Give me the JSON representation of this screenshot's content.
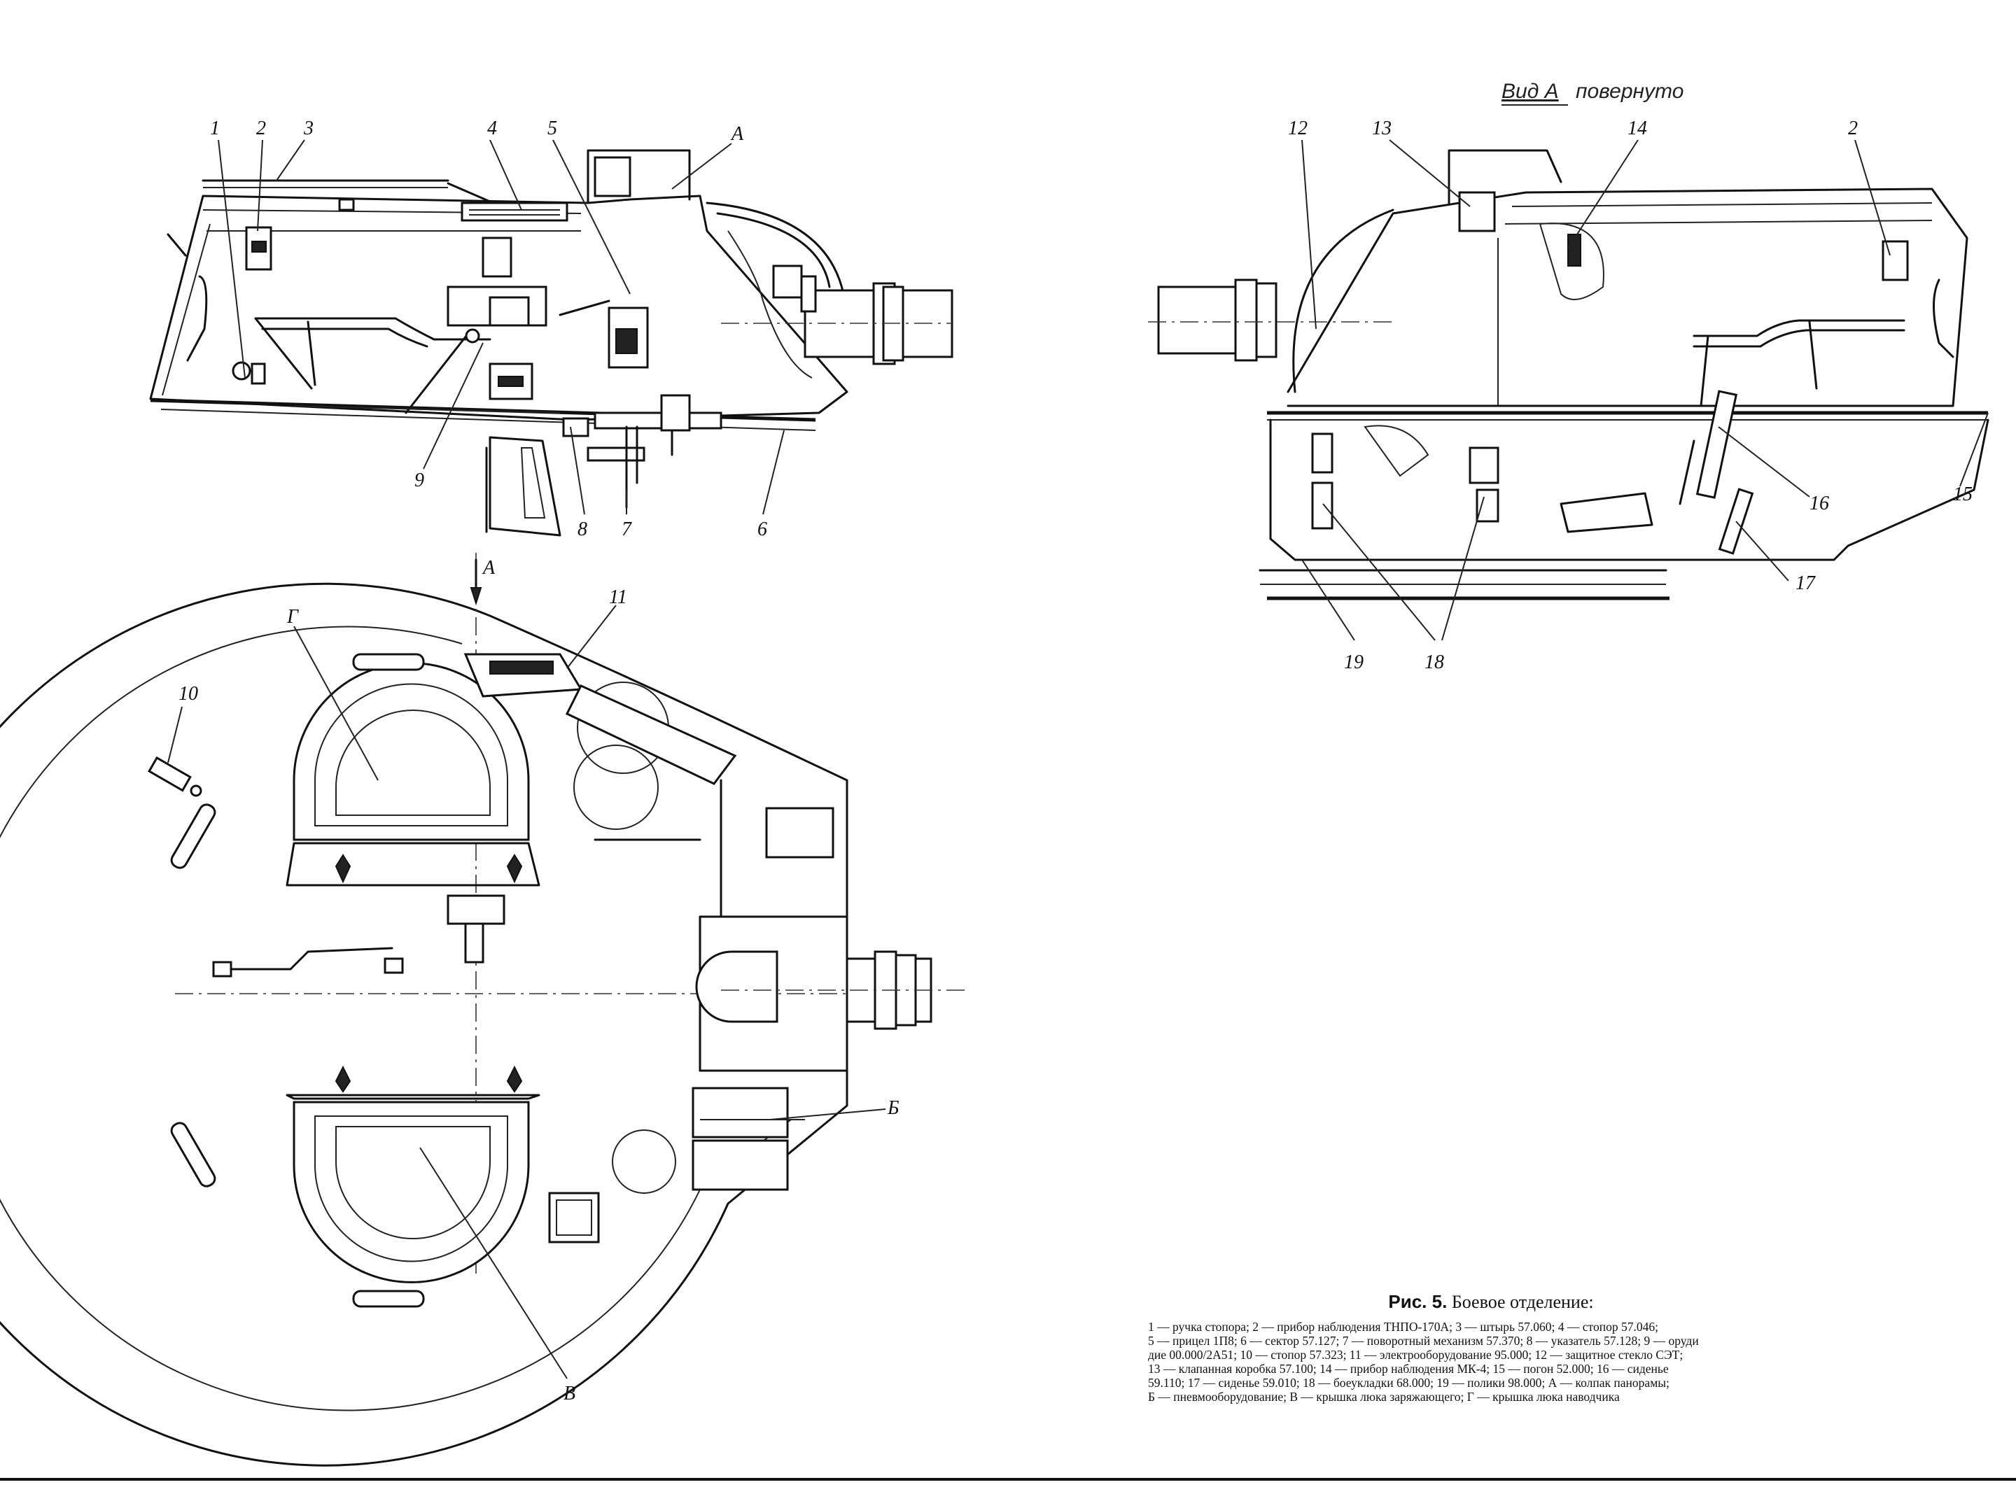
{
  "view_a_title": {
    "prefix": "Вид А",
    "suffix": "повернуто"
  },
  "callouts": {
    "n1": "1",
    "n2": "2",
    "n3": "3",
    "n4": "4",
    "n5": "5",
    "nA": "А",
    "n6": "6",
    "n7": "7",
    "n8": "8",
    "n9": "9",
    "n10": "10",
    "n11": "11",
    "nArrowA": "А",
    "nG": "Г",
    "nV": "В",
    "nB": "Б",
    "n12": "12",
    "n13": "13",
    "n14": "14",
    "n2b": "2",
    "n15": "15",
    "n16": "16",
    "n17": "17",
    "n18": "18",
    "n19": "19"
  },
  "caption": {
    "prefix": "Рис. 5.",
    "title": "Боевое отделение:",
    "lines": [
      "1 — ручка стопора;  2 — прибор наблюдения ТНПО-170А;  3 — штырь 57.060;  4 — стопор  57.046;",
      "5 — прицел 1П8;  6 — сектор 57.127;  7 — поворотный механизм 57.370;  8 — указатель 57.128;  9 — оруди",
      "дие 00.000/2А51;  10 — стопор 57.323;  11 — электрооборудование 95.000;  12 — защитное стекло СЭТ;",
      "13 — клапанная коробка 57.100;  14 — прибор наблюдения МК-4;  15 — погон 52.000;  16 — сиденье",
      "59.110;  17 — сиденье 59.010;  18 — боеукладки 68.000;  19 — полики 98.000;  А — колпак панорамы;",
      "Б — пневмооборудование;  В — крышка люка заряжающего;  Г — крышка люка наводчика"
    ]
  },
  "colors": {
    "ink": "#111111",
    "paper": "#ffffff"
  }
}
